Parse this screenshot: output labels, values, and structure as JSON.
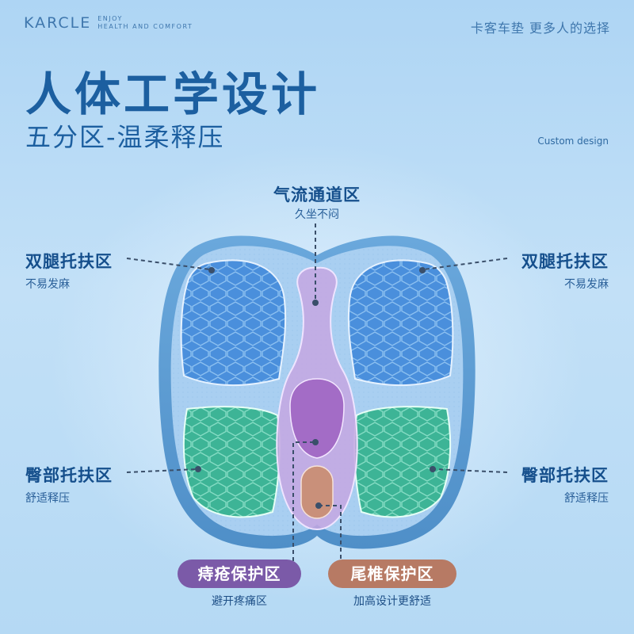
{
  "brand": {
    "logo": "KARCLE",
    "tagline_top": "ENJOY",
    "tagline_bottom": "HEALTH AND COMFORT",
    "slogan": "卡客车垫 更多人的选择"
  },
  "headline": {
    "title": "人体工学设计",
    "subtitle": "五分区-温柔释压",
    "english": "Custom design"
  },
  "zones": {
    "airflow": {
      "label": "气流通道区",
      "desc": "久坐不闷"
    },
    "leg_left": {
      "label": "双腿托扶区",
      "desc": "不易发麻"
    },
    "leg_right": {
      "label": "双腿托扶区",
      "desc": "不易发麻"
    },
    "hip_left": {
      "label": "臀部托扶区",
      "desc": "舒适释压"
    },
    "hip_right": {
      "label": "臀部托扶区",
      "desc": "舒适释压"
    },
    "hemorrhoid": {
      "label": "痔疮保护区",
      "desc": "避开疼痛区"
    },
    "tailbone": {
      "label": "尾椎保护区",
      "desc": "加高设计更舒适"
    }
  },
  "colors": {
    "cushion_border": "#5f9fd6",
    "leg_zone": "#4f93dc",
    "hip_zone": "#3fb49a",
    "channel": "#b48dd6",
    "tailbone_zone": "#c9907a",
    "pill_purple": "#7b5aa8",
    "pill_brown": "#b77a64"
  }
}
